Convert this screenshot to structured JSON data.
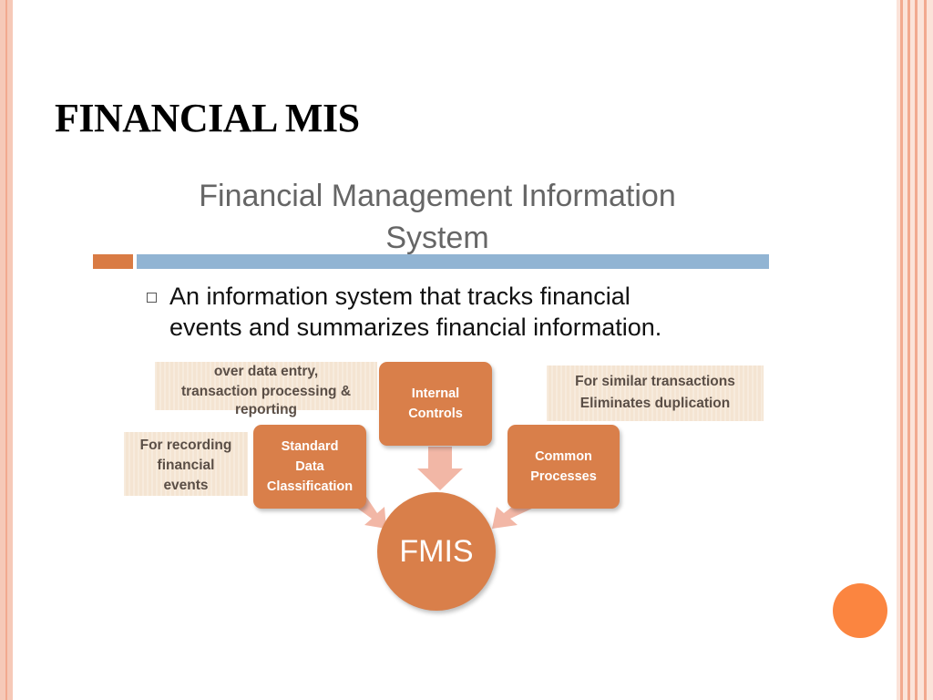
{
  "slide": {
    "title": "FINANCIAL MIS",
    "accent_color": "#fb8540"
  },
  "figure": {
    "title_line1": "Financial Management Information",
    "title_line2": "System",
    "bullet_line1": "An information system that tracks financial",
    "bullet_line2": "events and summarizes financial information."
  },
  "diagram": {
    "hub": "FMIS",
    "nodes": {
      "internal_controls": [
        "Internal",
        "Controls"
      ],
      "standard_data": [
        "Standard",
        "Data",
        "Classification"
      ],
      "common_processes": [
        "Common",
        "Processes"
      ]
    },
    "notes": {
      "data_entry": [
        "over data entry,",
        "transaction processing &",
        "reporting"
      ],
      "recording": [
        "For recording",
        "financial",
        "events"
      ],
      "similar": [
        "For similar transactions",
        "Eliminates duplication"
      ]
    },
    "colors": {
      "node": "#d97f4a",
      "arrow": "#f2b7a6",
      "note_bg": "#f4e4d2",
      "rule_blue": "#91b4d3"
    }
  }
}
